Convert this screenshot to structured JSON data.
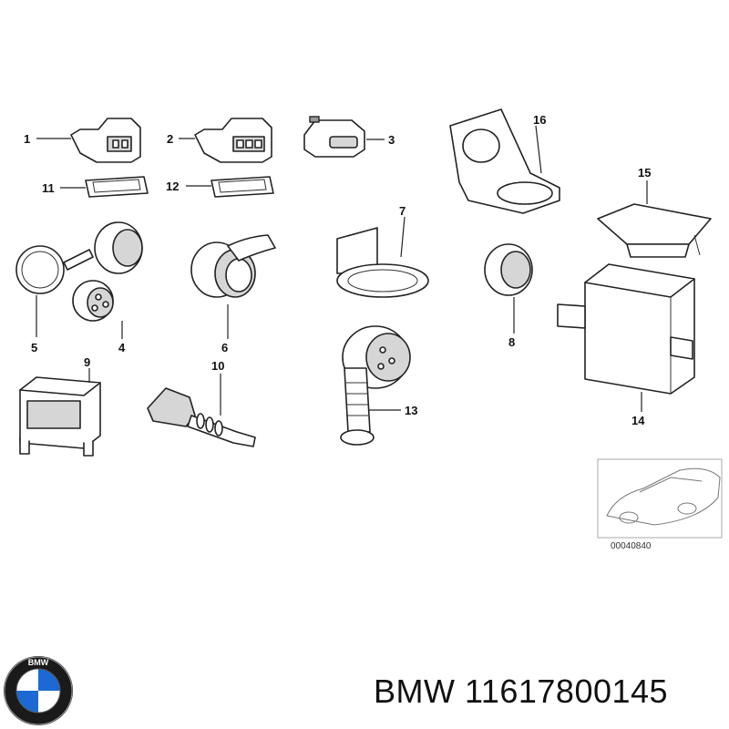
{
  "diagram": {
    "callouts": [
      "1",
      "2",
      "3",
      "4",
      "5",
      "6",
      "7",
      "8",
      "9",
      "10",
      "11",
      "12",
      "13",
      "14",
      "15",
      "16"
    ],
    "inset_ref": "00040840"
  },
  "footer": {
    "brand": "BMW",
    "part_number": "11617800145",
    "logo_text": "BMW"
  },
  "colors": {
    "line": "#222222",
    "shade": "#d6d6d6",
    "logo_blue": "#1c69d4"
  },
  "icons": [
    "bmw-roundel-logo"
  ]
}
